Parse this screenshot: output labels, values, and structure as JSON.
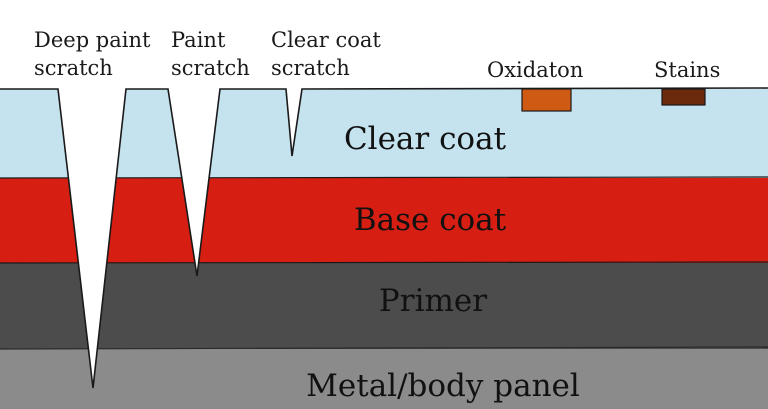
{
  "colors": {
    "background": "#ffffff",
    "clear_coat": "#c5e3ef",
    "base_coat": "#d61e12",
    "primer": "#4c4c4c",
    "metal_panel": "#8b8b8b",
    "outline": "#1a1a1a",
    "oxidation": "#cf5a14",
    "stains": "#6b2a0c"
  },
  "layers": [
    {
      "id": "clear-coat",
      "label": "Clear coat"
    },
    {
      "id": "base-coat",
      "label": "Base coat"
    },
    {
      "id": "primer",
      "label": "Primer"
    },
    {
      "id": "metal-panel",
      "label": "Metal/body panel"
    }
  ],
  "callouts": {
    "deep_paint_scratch": [
      "Deep paint",
      "scratch"
    ],
    "paint_scratch": [
      "Paint",
      "scratch"
    ],
    "clear_coat_scratch": [
      "Clear coat",
      "scratch"
    ],
    "oxidation": "Oxidaton",
    "stains": "Stains"
  }
}
